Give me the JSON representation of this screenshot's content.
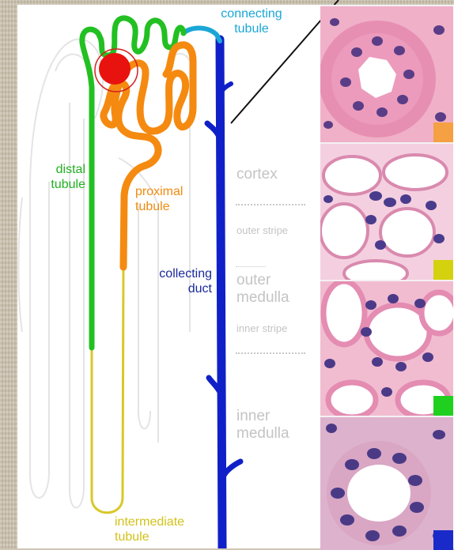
{
  "labels": {
    "connecting_tubule": [
      "connecting",
      "tubule"
    ],
    "distal_tubule": [
      "distal",
      "tubule"
    ],
    "proximal_tubule": [
      "proximal",
      "tubule"
    ],
    "collecting_duct": [
      "collecting",
      "duct"
    ],
    "intermediate_tubule": [
      "intermediate",
      "tubule"
    ]
  },
  "zones": {
    "cortex": "cortex",
    "outer_stripe": "outer stripe",
    "outer_medulla": [
      "outer",
      "medulla"
    ],
    "inner_stripe": "inner stripe",
    "inner_medulla": [
      "inner",
      "medulla"
    ]
  },
  "colors": {
    "distal": "#22b022",
    "proximal": "#f08a10",
    "collecting": "#1a2a9a",
    "connecting": "#1aa7d6",
    "intermediate": "#d2c21a",
    "glomerulus": "#e8130f"
  },
  "histology_tiles": [
    {
      "swatch_color": "#f5a042"
    },
    {
      "swatch_color": "#d4d20e"
    },
    {
      "swatch_color": "#1fd01f"
    },
    {
      "swatch_color": "#1a2ac8"
    }
  ]
}
